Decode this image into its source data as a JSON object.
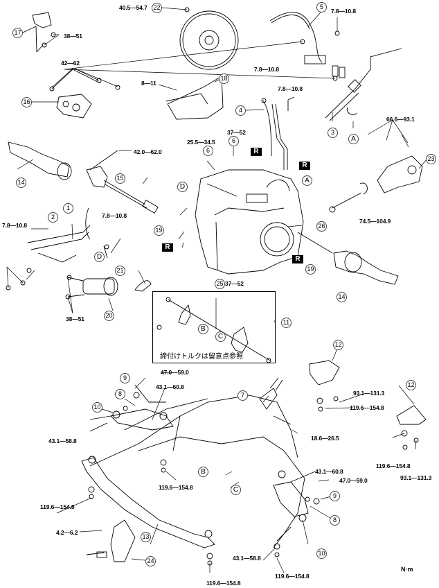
{
  "diagram": {
    "type": "exploded-view-parts-diagram",
    "unit": "N·m",
    "inset_note": "締付けトルクは留意点参照",
    "torque_labels": {
      "t_17": "38—51",
      "t_22": "40.5—54.7",
      "t_16": "42—62",
      "t_18": "8—11",
      "t_5a": "7.8—10.8",
      "t_5b": "7.8—10.8",
      "t_4": "7.8—10.8",
      "t_23": "66.6—93.1",
      "t_15": "42.0—62.0",
      "t_6a": "25.5—34.5",
      "t_6b": "37—52",
      "t_1": "7.8—10.8",
      "t_2": "7.8—10.8",
      "t_mount": "74.5—104.9",
      "t_20": "38—51",
      "t_25": "37—52",
      "t_9l": "47.0—59.0",
      "t_8l": "43.1—60.8",
      "t_10l": "43.1—58.8",
      "t_12a": "93.1—131.3",
      "t_12b": "119.6—154.8",
      "t_7": "18.6—26.5",
      "t_12c": "119.6—154.8",
      "t_12d": "93.1—131.3",
      "t_13a": "119.6—154.8",
      "t_13b": "119.6—154.8",
      "t_8r": "43.1—60.8",
      "t_9r": "47.0—59.0",
      "t_24": "4.2—6.2",
      "t_10r": "43.1—58.8",
      "t_13c": "119.6—154.8",
      "t_13d": "119.6—154.8"
    },
    "part_numbers": {
      "p17": "17",
      "p22": "22",
      "p5": "5",
      "p16": "16",
      "p18": "18",
      "p4": "4",
      "p3": "3",
      "p23": "23",
      "p14a": "14",
      "p15": "15",
      "p6a": "6",
      "p6b": "6",
      "p1": "1",
      "p2": "2",
      "p19a": "19",
      "p26": "26",
      "p21": "21",
      "p20": "20",
      "p25": "25",
      "p19b": "19",
      "p14b": "14",
      "p11": "11",
      "p12a": "12",
      "p12b": "12",
      "p9l": "9",
      "p8l": "8",
      "p10l": "10",
      "p7": "7",
      "p13": "13",
      "p9r": "9",
      "p8r": "8",
      "p10r": "10",
      "p24": "24"
    },
    "reference_letters": {
      "A1": "A",
      "A2": "A",
      "D1": "D",
      "D2": "D",
      "B1": "B",
      "C1": "C",
      "B2": "B",
      "C2": "C"
    },
    "replace_badges": {
      "r1": "R",
      "r2": "R",
      "r3": "R",
      "r4": "R"
    }
  }
}
